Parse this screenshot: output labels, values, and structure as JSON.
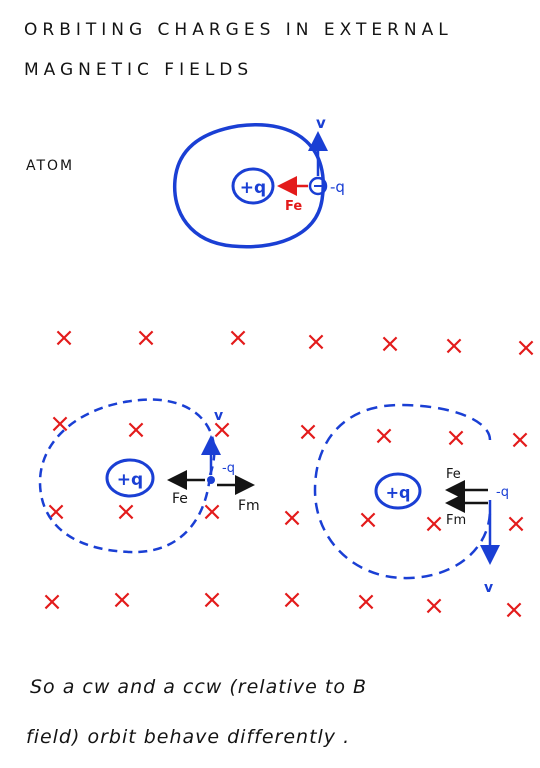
{
  "title": {
    "line1": "ORBITING CHARGES   IN EXTERNAL",
    "line2": "MAGNETIC  FIELDS"
  },
  "atom_label": "ATOM",
  "atom": {
    "nucleus": "+q",
    "electron": "-q",
    "velocity": "v",
    "force": "Fe"
  },
  "left_orbit": {
    "nucleus": "+q",
    "electron": "-q",
    "velocity": "v",
    "force_e": "Fe",
    "force_m": "Fm"
  },
  "right_orbit": {
    "nucleus": "+q",
    "electron": "-q",
    "velocity": "v",
    "force_e": "Fe",
    "force_m": "Fm"
  },
  "field_marker": "×",
  "caption": {
    "line1": "So a cw and a ccw (relative to B",
    "line2": "field) orbit behave differently ."
  },
  "colors": {
    "ink": "#141414",
    "blue": "#1a3fd4",
    "red": "#e31b1b"
  }
}
